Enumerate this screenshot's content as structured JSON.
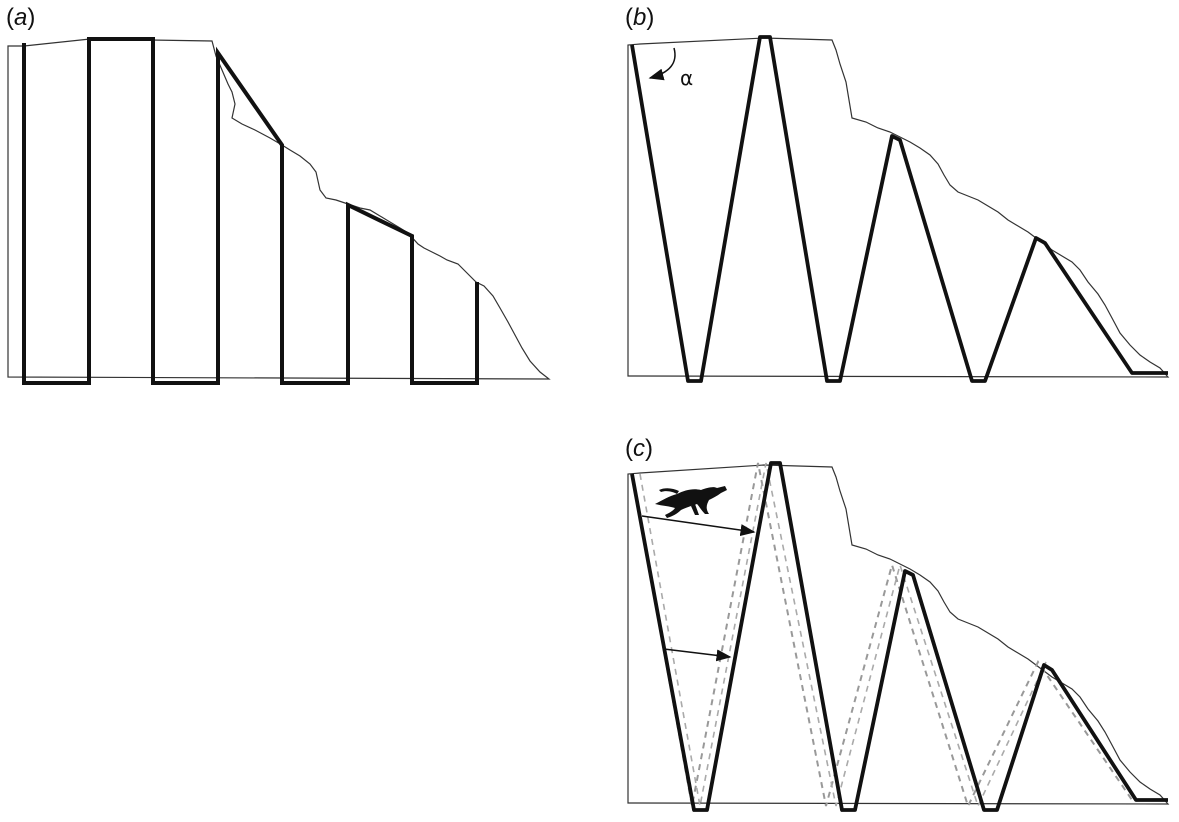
{
  "panels": [
    {
      "id": "a",
      "label": "a"
    },
    {
      "id": "b",
      "label": "b"
    },
    {
      "id": "c",
      "label": "c"
    }
  ],
  "annotations": {
    "angle_symbol": "α"
  },
  "icons": {
    "runner": "cheetah-icon"
  },
  "colors": {
    "outline": "#333333",
    "path": "#111111",
    "dashed": "#999999"
  }
}
